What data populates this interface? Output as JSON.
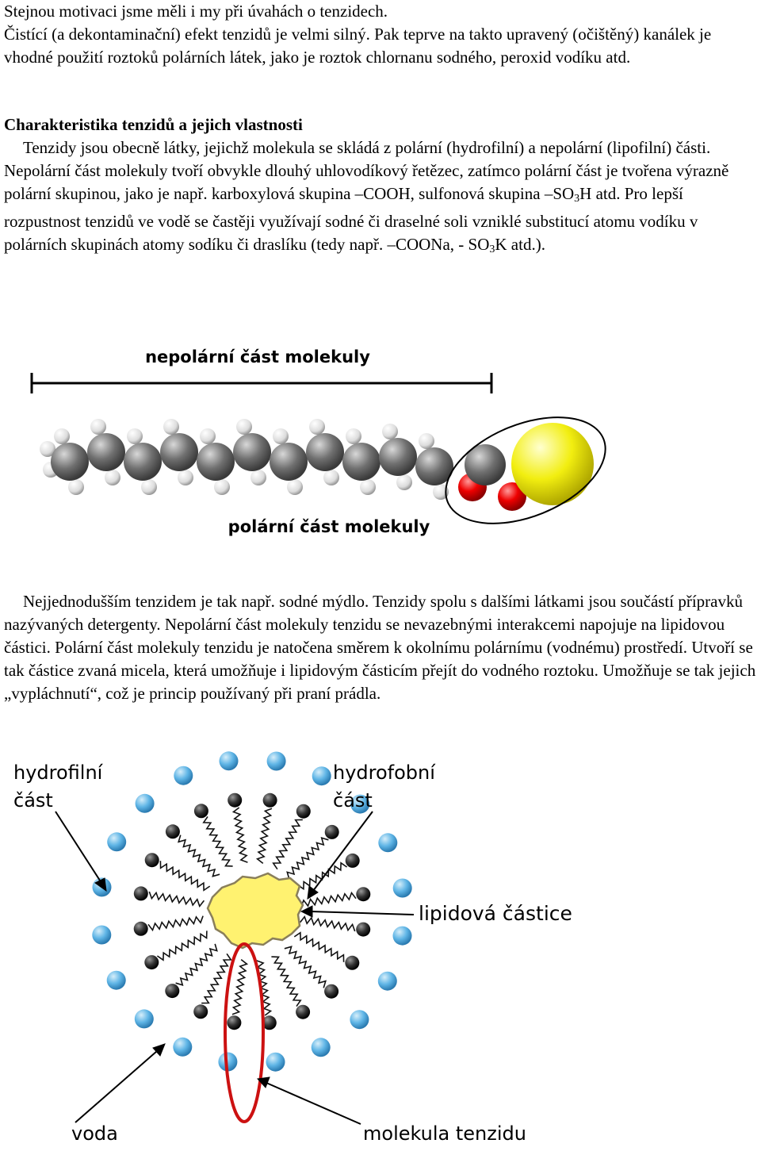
{
  "intro": {
    "line1": "Stejnou motivaci jsme měli i my při úvahách o tenzidech.",
    "paragraph": "Čistící (a dekontaminační) efekt tenzidů je velmi silný. Pak teprve na takto upravený (očištěný) kanálek je vhodné použití roztoků polárních látek, jako je roztok chlornanu sodného, peroxid vodíku atd."
  },
  "section": {
    "heading": "Charakteristika tenzidů a jejich vlastnosti",
    "p1_part1": "Tenzidy jsou obecně látky, jejichž molekula se skládá z polární (hydrofilní) a nepolární (lipofilní) části. Nepolární část molekuly tvoří obvykle dlouhý uhlovodíkový řetězec, zatímco polární část je tvořena výrazně polární skupinou, jako je např. karboxylová skupina –COOH, sulfonová skupina –SO",
    "p1_sub1": "3",
    "p1_part2": "H atd. Pro lepší  rozpustnost tenzidů ve vodě se častěji využívají sodné či draselné soli vzniklé substitucí atomu vodíku v polárních skupinách atomy sodíku či draslíku (tedy např. –COONa, - SO",
    "p1_sub2": "3",
    "p1_part3": "K atd.)."
  },
  "figure1": {
    "label_top": "nepolární část molekuly",
    "label_bottom": "polární část molekuly"
  },
  "paragraph2": "Nejjednodušším tenzidem je tak např. sodné mýdlo. Tenzidy spolu s dalšími látkami jsou součástí přípravků nazývaných detergenty. Nepolární část molekuly tenzidu se nevazebnými interakcemi napojuje na lipidovou částici. Polární část molekuly tenzidu je natočena směrem k okolnímu polárnímu (vodnému) prostředí. Utvoří se tak částice zvaná micela, která umožňuje i lipidovým částicím přejít do vodného roztoku. Umožňuje se tak jejich „vypláchnutí“, což je princip používaný při praní prádla.",
  "figure2": {
    "label_hydrophilic_1": "hydrofilní",
    "label_hydrophilic_2": "část",
    "label_hydrophobic_1": "hydrofobní",
    "label_hydrophobic_2": "část",
    "label_lipid": "lipidová částice",
    "label_water": "voda",
    "label_molecule": "molekula tenzidu"
  },
  "colors": {
    "carbon": "#707070",
    "hydrogen": "#e6e6e6",
    "oxygen": "#ee0000",
    "sodium": "#f2ee10",
    "water_bead": "#5fb5e6",
    "lipid": "#fff270",
    "highlight": "#cc1111"
  }
}
